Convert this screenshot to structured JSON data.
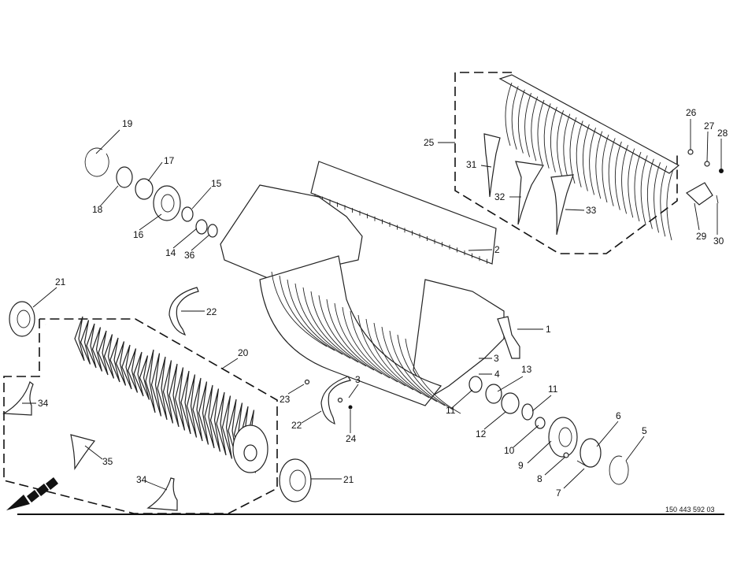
{
  "drawing_number": "150 443 592 03",
  "callouts": [
    "19",
    "18",
    "17",
    "16",
    "15",
    "14",
    "36",
    "2",
    "25",
    "26",
    "27",
    "28",
    "29",
    "30",
    "31",
    "32",
    "33",
    "1",
    "3",
    "4",
    "13",
    "11",
    "11",
    "12",
    "10",
    "9",
    "8",
    "7",
    "6",
    "5",
    "21",
    "22",
    "20",
    "23",
    "3",
    "22",
    "24",
    "21",
    "34",
    "35",
    "34"
  ]
}
